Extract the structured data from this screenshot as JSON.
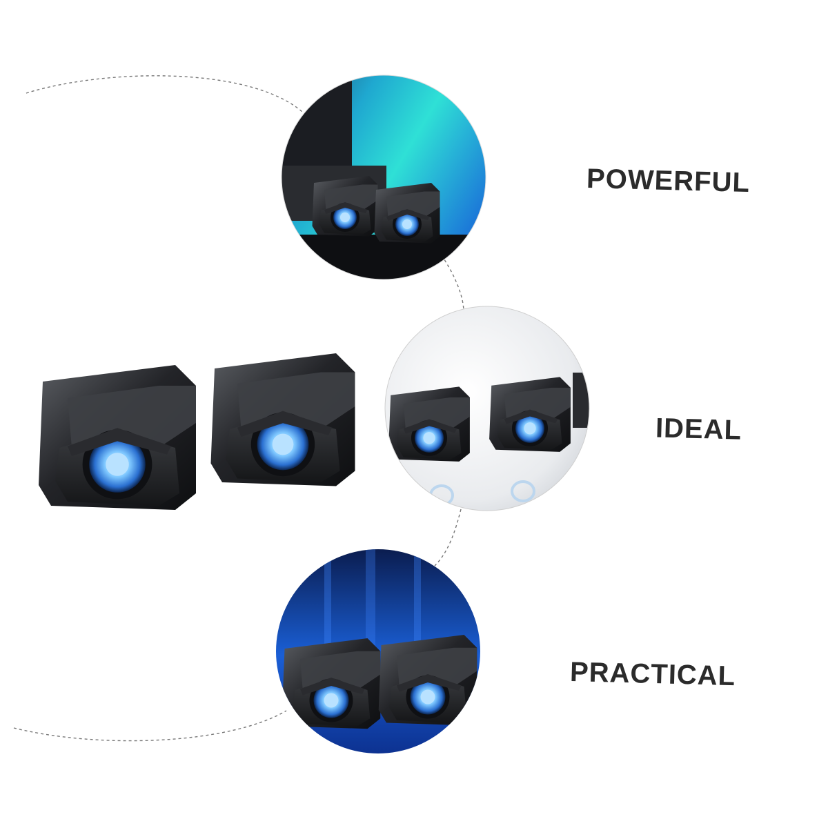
{
  "features": [
    {
      "label": "POWERFUL"
    },
    {
      "label": "IDEAL"
    },
    {
      "label": "PRACTICAL"
    }
  ],
  "colors": {
    "text": "#2b2b2b",
    "speaker_body": "#1c1d20",
    "eye_glow": "#4fb0ff",
    "cyan_backdrop": "#27d3d8",
    "blue_backdrop": "#0d3fa8"
  },
  "icons": [
    "speaker-pair-icon"
  ]
}
